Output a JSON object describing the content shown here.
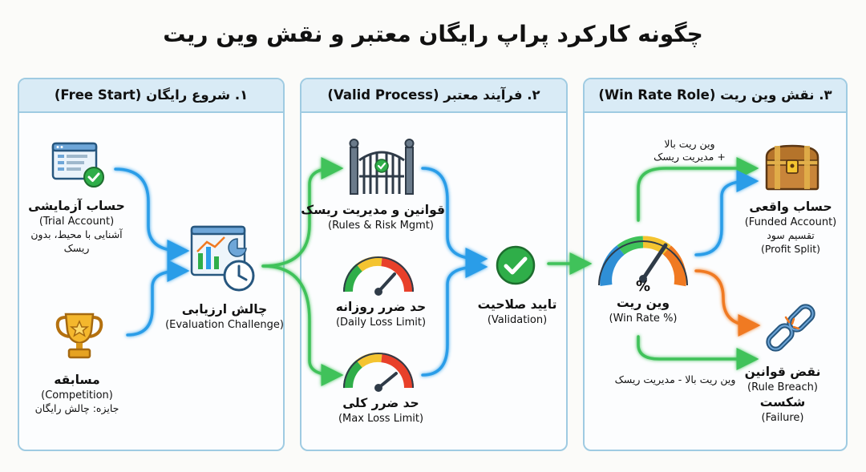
{
  "title": "چگونه کارکرد پراپ رایگان معتبر و نقش وین ریت",
  "panels": [
    {
      "title": "۱. شروع رایگان (Free Start)"
    },
    {
      "title": "۲. فرآیند معتبر (Valid Process)"
    },
    {
      "title": "۳. نقش وین ریت (Win Rate Role)"
    }
  ],
  "nodes": {
    "trial": {
      "fa": "حساب آزمایشی",
      "en": "(Trial Account)",
      "note1": "آشنایی با محیط، بدون",
      "note2": "ریسک"
    },
    "competition": {
      "fa": "مسابقه",
      "en": "(Competition)",
      "note": "جایزه: چالش رایگان"
    },
    "evaluation": {
      "fa": "چالش ارزیابی",
      "en": "(Evaluation Challenge)"
    },
    "rules": {
      "fa": "قوانین و مدیریت ریسک",
      "en": "(Rules & Risk Mgmt)"
    },
    "daily": {
      "fa": "حد ضرر روزانه",
      "en": "(Daily Loss Limit)"
    },
    "max": {
      "fa": "حد ضرر کلی",
      "en": "(Max Loss Limit)"
    },
    "validation": {
      "fa": "تایید صلاحیت",
      "en": "(Validation)"
    },
    "winrate": {
      "fa": "وین ریت",
      "en": "(Win Rate %)",
      "symbol": "%"
    },
    "funded": {
      "fa": "حساب واقعی",
      "en": "(Funded Account)",
      "note1": "تقسیم سود",
      "note2": "(Profit Split)"
    },
    "breach": {
      "fa": "نقض قوانین",
      "en": "(Rule Breach)",
      "fa2": "شکست",
      "en2": "(Failure)"
    }
  },
  "edges": {
    "upper_line1": "وین ریت بالا",
    "upper_line2": "+ مدیریت ریسک",
    "lower": "وین ریت بالا - مدیریت ریسک"
  },
  "colors": {
    "blue_flow": "#2b9de8",
    "green_flow": "#3fc25a",
    "orange_flow": "#f07a22",
    "panel_border": "#9fcbe2",
    "panel_head": "#d9ebf6",
    "check_green": "#2fae49"
  }
}
